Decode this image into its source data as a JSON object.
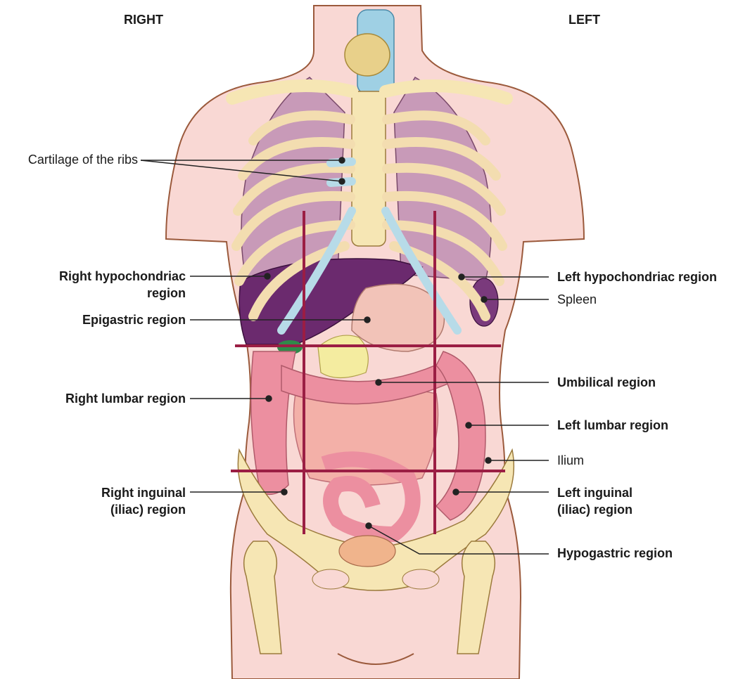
{
  "headers": {
    "right": "RIGHT",
    "left": "LEFT"
  },
  "labels": {
    "cartilage": "Cartilage of the ribs",
    "right_hypochondriac_1": "Right hypochondriac",
    "right_hypochondriac_2": "region",
    "epigastric": "Epigastric region",
    "right_lumbar": "Right lumbar region",
    "right_inguinal_1": "Right inguinal",
    "right_inguinal_2": "(iliac) region",
    "left_hypochondriac": "Left hypochondriac region",
    "spleen": "Spleen",
    "umbilical": "Umbilical region",
    "left_lumbar": "Left lumbar region",
    "ilium": "Ilium",
    "left_inguinal_1": "Left inguinal",
    "left_inguinal_2": "(iliac) region",
    "hypogastric": "Hypogastric region"
  },
  "colors": {
    "skin": "#f9d8d4",
    "skin_outline": "#9b5a3c",
    "bone": "#f6e6b4",
    "bone_outline": "#9b7a3c",
    "cartilage": "#b7dbe8",
    "lung": "#c89ab8",
    "liver": "#6b2a6e",
    "stomach": "#f2c3b8",
    "intestine": "#f0a0a8",
    "colon": "#ec8fa0",
    "pancreas": "#f4eca0",
    "bladder": "#f0b48c",
    "thyroid": "#e8d08a",
    "trachea": "#9fd0e4",
    "region_lines": "#9b1e44",
    "leader": "#222222"
  }
}
